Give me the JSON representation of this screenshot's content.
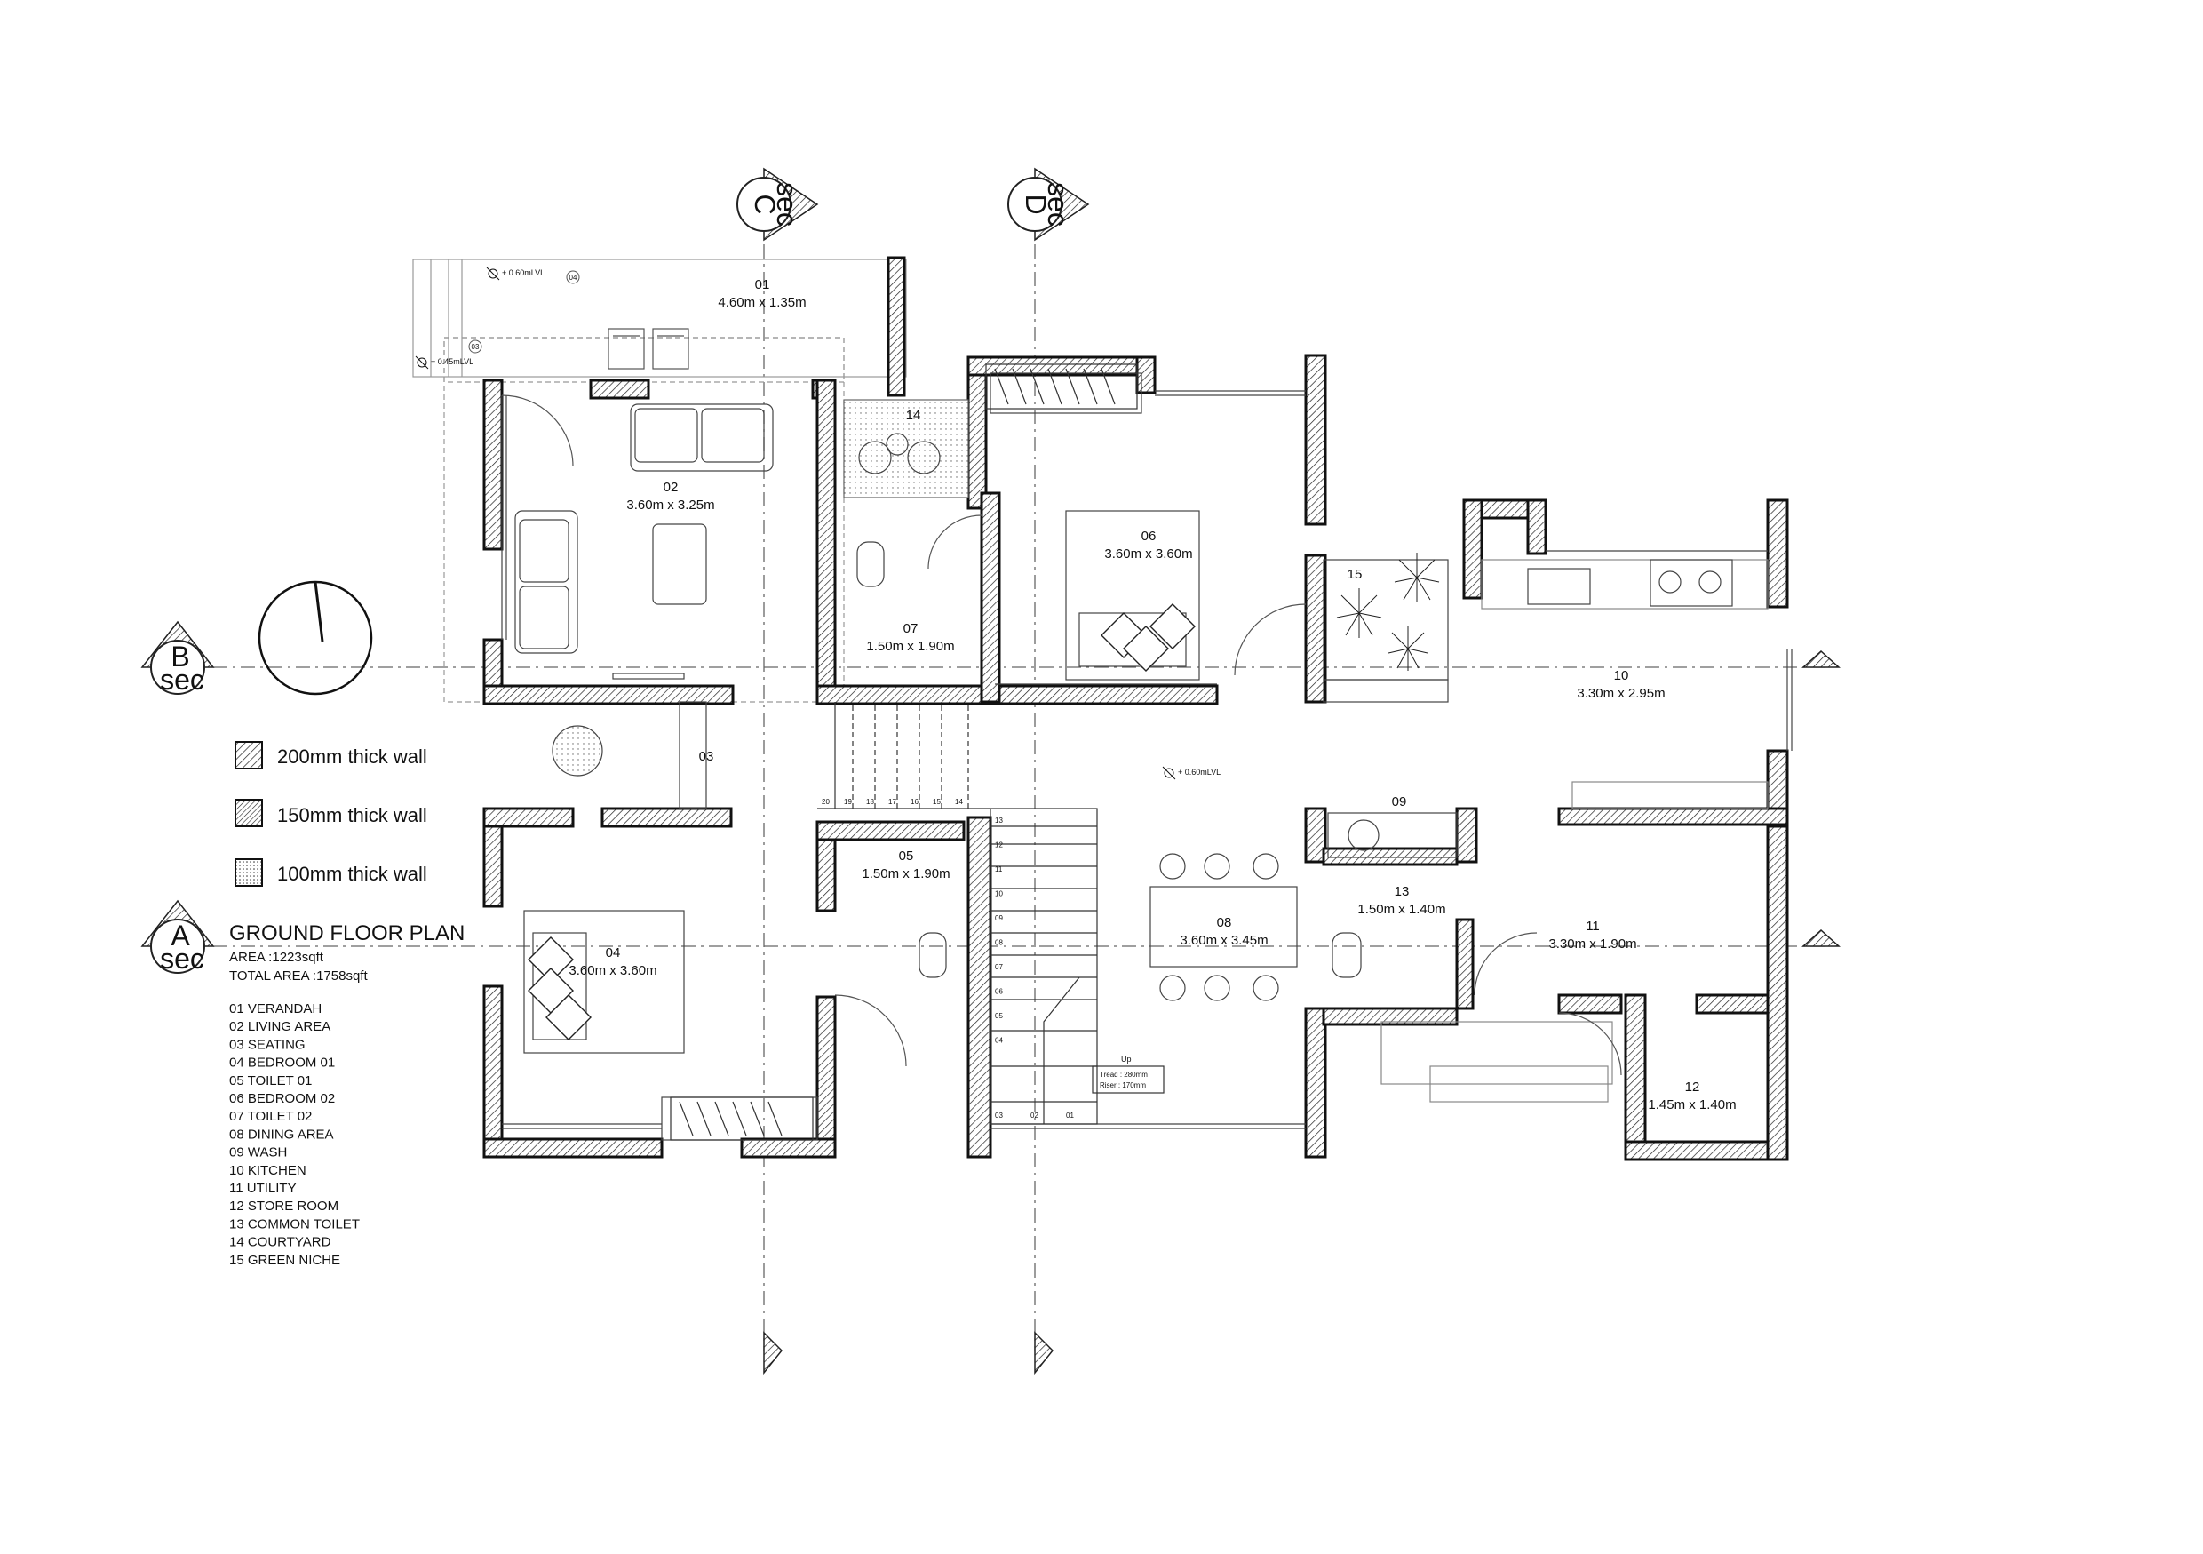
{
  "title": "GROUND FLOOR PLAN",
  "area": "AREA :1223sqft",
  "total_area": "TOTAL AREA :1758sqft",
  "legend": [
    {
      "label": "200mm thick wall",
      "pattern": "hatch-200"
    },
    {
      "label": "150mm thick wall",
      "pattern": "hatch-150"
    },
    {
      "label": "100mm thick wall",
      "pattern": "dots-100"
    }
  ],
  "room_list": [
    "01  VERANDAH",
    "02  LIVING AREA",
    "03  SEATING",
    "04  BEDROOM 01",
    "05  TOILET 01",
    "06  BEDROOM 02",
    "07  TOILET 02",
    "08  DINING AREA",
    "09  WASH",
    "10  KITCHEN",
    "11  UTILITY",
    "12  STORE ROOM",
    "13  COMMON TOILET",
    "14  COURTYARD",
    "15  GREEN NICHE"
  ],
  "rooms": {
    "r01": {
      "num": "01",
      "dim": "4.60m x 1.35m"
    },
    "r02": {
      "num": "02",
      "dim": "3.60m x 3.25m"
    },
    "r03": {
      "num": "03"
    },
    "r04": {
      "num": "04",
      "dim": "3.60m x 3.60m"
    },
    "r05": {
      "num": "05",
      "dim": "1.50m x 1.90m"
    },
    "r06": {
      "num": "06",
      "dim": "3.60m x 3.60m"
    },
    "r07": {
      "num": "07",
      "dim": "1.50m x 1.90m"
    },
    "r08": {
      "num": "08",
      "dim": "3.60m x 3.45m"
    },
    "r09": {
      "num": "09"
    },
    "r10": {
      "num": "10",
      "dim": "3.30m x 2.95m"
    },
    "r11": {
      "num": "11",
      "dim": "3.30m x 1.90m"
    },
    "r12": {
      "num": "12",
      "dim": "1.45m x 1.40m"
    },
    "r13": {
      "num": "13",
      "dim": "1.50m x 1.40m"
    },
    "r14": {
      "num": "14"
    },
    "r15": {
      "num": "15"
    }
  },
  "levels": {
    "verandah_top": "+ 0.60mLVL",
    "verandah_step": "+ 0.45mLVL",
    "dining": "+ 0.60mLVL"
  },
  "step_tags": {
    "t04": "04",
    "t03": "03"
  },
  "sections": {
    "a": {
      "letter": "A",
      "label": "sec"
    },
    "b": {
      "letter": "B",
      "label": "sec"
    },
    "c": {
      "letter": "C",
      "label": "sec"
    },
    "d": {
      "letter": "D",
      "label": "sec"
    }
  },
  "stair": {
    "up": "Up",
    "tread": "Tread : 280mm",
    "riser": "Riser  : 170mm",
    "steps_right": [
      "13",
      "12",
      "11",
      "10",
      "09",
      "08",
      "07",
      "06",
      "05",
      "04"
    ],
    "steps_top": [
      "20",
      "19",
      "18",
      "17",
      "16",
      "15",
      "14"
    ],
    "steps_bottom": [
      "03",
      "02",
      "01"
    ]
  }
}
